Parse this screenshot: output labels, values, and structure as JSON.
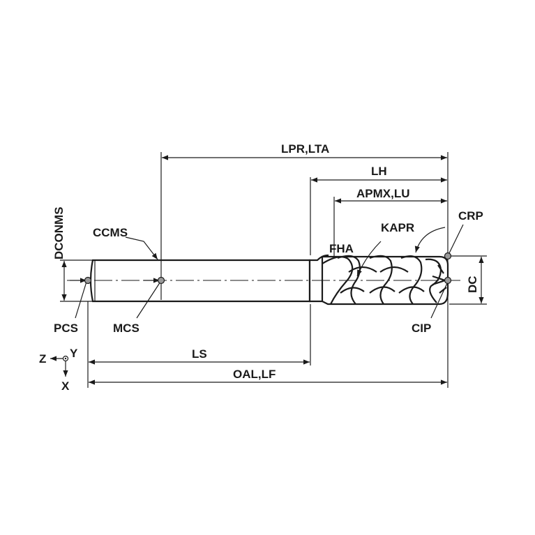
{
  "labels": {
    "lpr_lta": "LPR,LTA",
    "lh": "LH",
    "apmx_lu": "APMX,LU",
    "crp": "CRP",
    "kapr": "KAPR",
    "fha": "FHA",
    "ccms": "CCMS",
    "dconms": "DCONMS",
    "dc": "DC",
    "pcs": "PCS",
    "mcs": "MCS",
    "cip": "CIP",
    "ls": "LS",
    "oal_lf": "OAL,LF",
    "axis_z": "Z",
    "axis_y": "Y",
    "axis_x": "X"
  }
}
